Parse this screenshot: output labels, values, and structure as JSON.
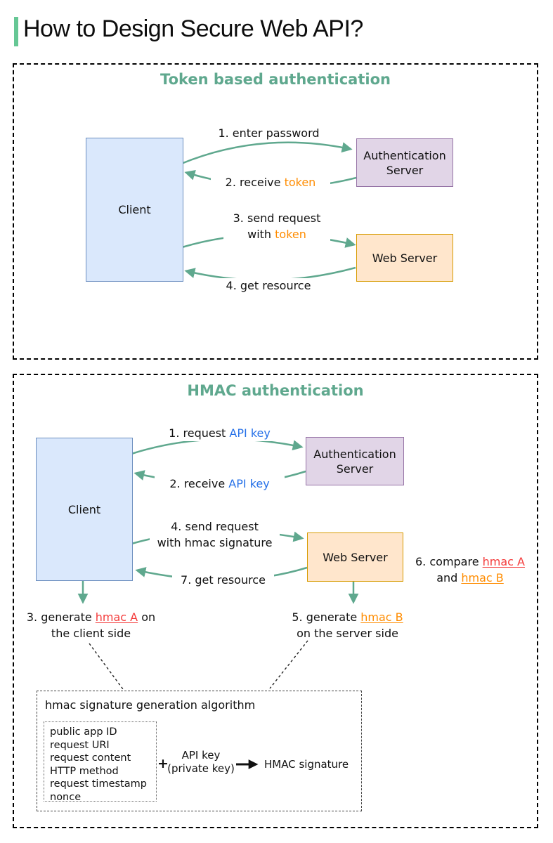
{
  "page": {
    "title": "How to Design Secure Web API?"
  },
  "colors": {
    "accent_green": "#66C795",
    "teal": "#5FA88E",
    "orange": "#FF8C00",
    "blue": "#2570E8",
    "red": "#F43B3B",
    "client_fill": "#DAE8FC",
    "client_border": "#6C8EBF",
    "auth_fill": "#E1D5E7",
    "auth_border": "#9673A6",
    "web_fill": "#FFE6CC",
    "web_border": "#D79B00"
  },
  "token_section": {
    "title": "Token based authentication",
    "client_label": "Client",
    "auth_server_label": "Authentication Server",
    "web_server_label": "Web Server",
    "steps": {
      "step1": "1. enter password",
      "step2_prefix": "2. receive ",
      "step2_token": "token",
      "step3_line1": "3. send request",
      "step3_with": "with ",
      "step3_token": "token",
      "step4": "4. get resource"
    }
  },
  "hmac_section": {
    "title": "HMAC authentication",
    "client_label": "Client",
    "auth_server_label": "Authentication Server",
    "web_server_label": "Web Server",
    "steps": {
      "step1_prefix": "1. request ",
      "step1_key": "API key",
      "step2_prefix": "2. receive ",
      "step2_key": "API key",
      "step3_prefix": "3. generate ",
      "step3_hmac": "hmac A",
      "step3_suffix": " on",
      "step3_line2": "the client side",
      "step4_line1": "4. send request",
      "step4_line2": "with hmac signature",
      "step5_prefix": "5. generate ",
      "step5_hmac": "hmac B",
      "step5_line2": "on the server side",
      "step6_prefix": "6. compare ",
      "step6_hmacA": "hmac A",
      "step6_and": "and ",
      "step6_hmacB": "hmac B",
      "step7": "7. get resource"
    },
    "algorithm": {
      "title": "hmac signature generation algorithm",
      "inputs": [
        "public app ID",
        "request URI",
        "request content",
        "HTTP method",
        "request timestamp",
        "nonce"
      ],
      "plus": "+",
      "key_line1": "API key",
      "key_line2": "(private key)",
      "output": "HMAC signature"
    }
  }
}
